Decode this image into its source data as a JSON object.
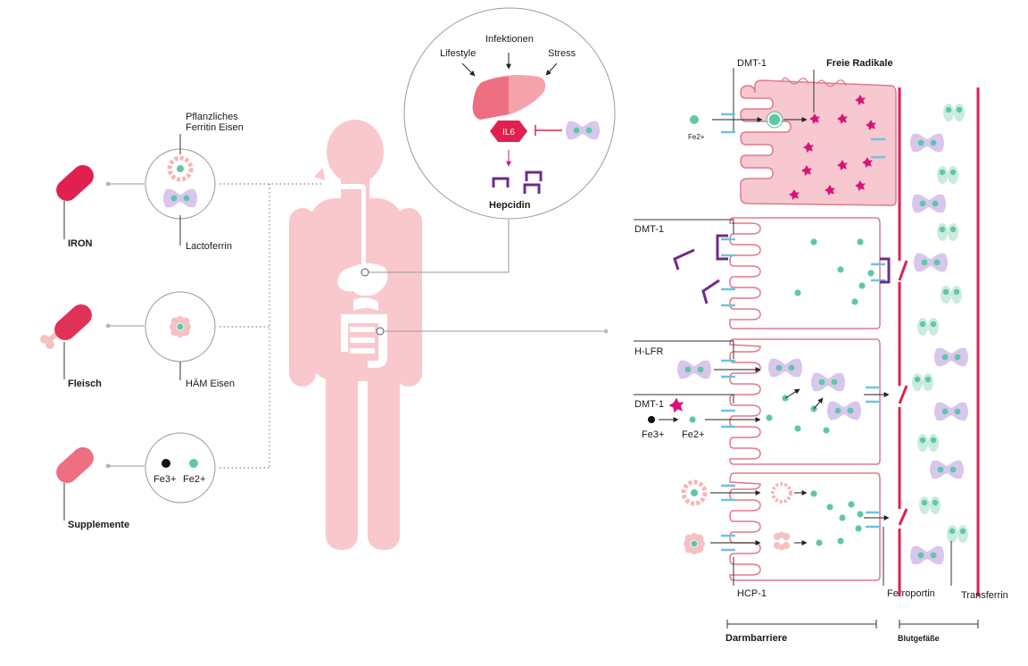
{
  "sources": {
    "iron": "IRON",
    "meat": "Fleisch",
    "supplement": "Supplemente",
    "plant_ferritin": "Pflanzliches\nFerritin Eisen",
    "lactoferrin": "Lactoferrin",
    "heme": "HÄM Eisen",
    "fe3": "Fe3+",
    "fe2": "Fe2+"
  },
  "liver_panel": {
    "infections": "Infektionen",
    "lifestyle": "Lifestyle",
    "stress": "Stress",
    "il6": "IL6",
    "hepcidin": "Hepcidin"
  },
  "intestine": {
    "dmt1_top": "DMT-1",
    "free_radicals": "Freie Radikale",
    "fe2_small": "Fe2+",
    "dmt1_mid": "DMT-1",
    "hlfr": "H-LFR",
    "dmt1_low": "DMT-1",
    "fe3": "Fe3+",
    "fe2": "Fe2+",
    "hcp1": "HCP-1",
    "ferroportin": "Ferroportin",
    "transferrin": "Transferrin",
    "gut_barrier": "Darmbarriere",
    "blood_vessels": "Blutgefäße"
  },
  "colors": {
    "iron_red": "#e0204f",
    "meat_red": "#e03157",
    "supplement_pink": "#ee6e82",
    "body_pink": "#f9c8cc",
    "cell_pink": "#f7c8d0",
    "cell_outline": "#e07a8c",
    "receptor_blue": "#6ec3de",
    "iron_green": "#5fc7a8",
    "lactoferrin_lilac": "#d9c6ec",
    "hepcidin_purple": "#6c2c8c",
    "radical_magenta": "#d8137c",
    "vessel_red": "#e0204f",
    "transferrin_mint": "#c9ecdc"
  },
  "icons": [
    "capsule-icon",
    "meat-icon",
    "ferritin-icon",
    "lactoferrin-icon",
    "heme-icon",
    "liver-icon",
    "hepcidin-icon",
    "transferrin-icon",
    "free-radical-icon"
  ]
}
